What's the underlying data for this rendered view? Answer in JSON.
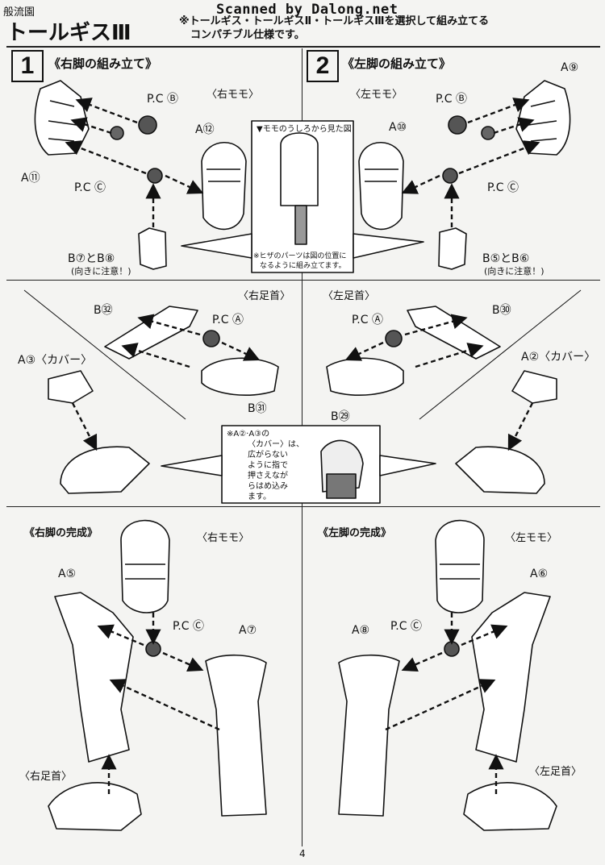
{
  "header": {
    "watermark_left": "般流園",
    "watermark_top": "Scanned by Dalong.net",
    "title": "トールギスⅢ",
    "note_line1": "※トールギス・トールギスⅡ・トールギスⅢを選択して組み立てる",
    "note_line2": "コンパチブル仕様です。"
  },
  "step1": {
    "number": "1",
    "title": "《右脚の組み立て》",
    "thigh_label": "〈右モモ〉",
    "label_a12": "A⑫",
    "label_pcb": "P.C Ⓑ",
    "label_pcc": "P.C Ⓒ",
    "label_a11": "A⑪",
    "label_b78": "B⑦とB⑧",
    "caution": "(向きに注意！)"
  },
  "center_callout": {
    "title": "▼モモのうしろから見た図",
    "note_line1": "※ヒザのパーツは図の位置に",
    "note_line2": "なるように組み立てます。"
  },
  "step2": {
    "number": "2",
    "title": "《左脚の組み立て》",
    "thigh_label": "〈左モモ〉",
    "label_a9": "A⑨",
    "label_a10": "A⑩",
    "label_pcb": "P.C Ⓑ",
    "label_pcc": "P.C Ⓒ",
    "label_b56": "B⑤とB⑥",
    "caution": "(向きに注意！)"
  },
  "feet": {
    "right_title": "〈右足首〉",
    "left_title": "〈左足首〉",
    "b32": "B㉜",
    "b30": "B㉚",
    "pca_right": "P.C Ⓐ",
    "pca_left": "P.C Ⓐ",
    "b31": "B㉛",
    "b29": "B㉙",
    "a3_cover": "A③〈カバー〉",
    "a2_cover": "A②〈カバー〉",
    "cover_note": [
      "※A②·A③の",
      "〈カバー〉は、",
      "広がらない",
      "ように指で",
      "押さえなが",
      "らはめ込み",
      "ます。"
    ]
  },
  "complete": {
    "right_title": "《右脚の完成》",
    "left_title": "《左脚の完成》",
    "right_thigh": "〈右モモ〉",
    "left_thigh": "〈左モモ〉",
    "a5": "A⑤",
    "a7": "A⑦",
    "a8": "A⑧",
    "a6": "A⑥",
    "pcc_right": "P.C Ⓒ",
    "pcc_left": "P.C Ⓒ",
    "right_foot": "〈右足首〉",
    "left_foot": "〈左足首〉"
  },
  "page_number": "4"
}
